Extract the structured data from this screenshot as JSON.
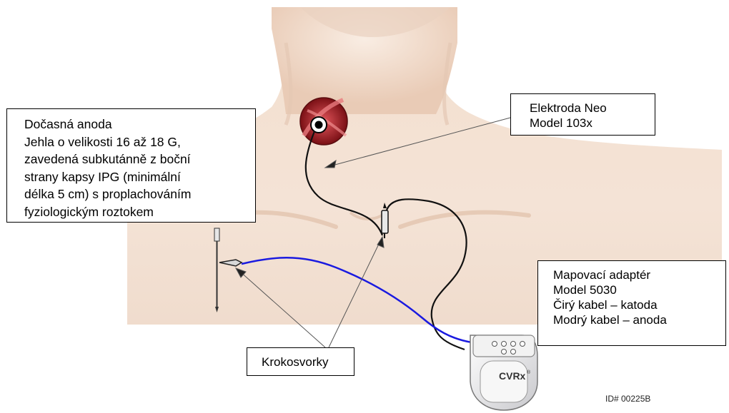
{
  "labels": {
    "temporary_anode": {
      "lines": [
        "Dočasná anoda",
        "Jehla o velikosti 16 až 18 G,",
        "zavedená subkutánně z boční",
        "strany kapsy IPG (minimální",
        "délka 5 cm) s proplachováním",
        "fyziologickým roztokem"
      ]
    },
    "electrode": {
      "lines": [
        "Elektroda Neo",
        "Model 103x"
      ]
    },
    "mapping_adapter": {
      "lines": [
        "Mapovací adaptér",
        "Model 5030",
        "Čirý kabel – katoda",
        "Modrý kabel – anoda"
      ]
    },
    "alligator_clips": {
      "text": "Krokosvorky"
    }
  },
  "device": {
    "brand": "CVRx",
    "trademark": "®"
  },
  "image_id": "ID# 00225B",
  "colors": {
    "anode_cable": "#1a1ae0",
    "cathode_cable": "#111111",
    "skin_light": "#f6e4d4",
    "skin_shadow": "#d9b7a0",
    "artery": "#b3262e"
  }
}
